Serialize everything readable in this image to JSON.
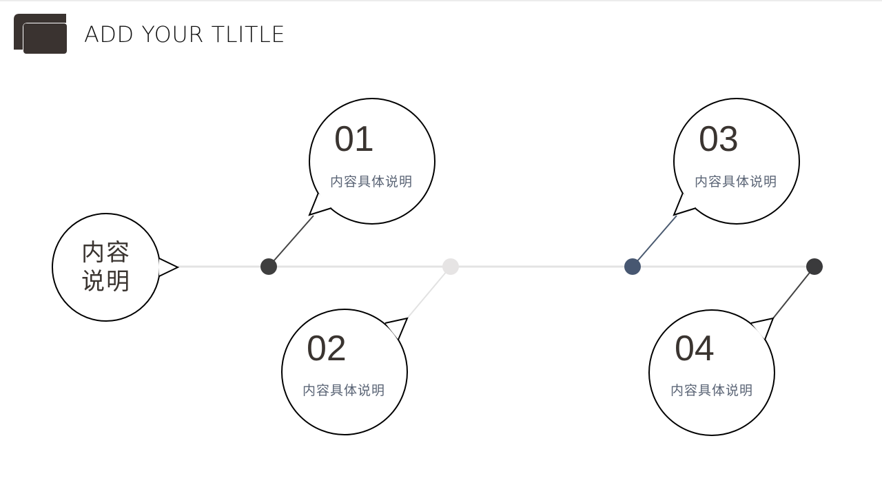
{
  "header": {
    "title": "ADD YOUR TLITLE"
  },
  "lead": {
    "line1": "内容",
    "line2": "说明"
  },
  "items": [
    {
      "number": "01",
      "desc": "内容具体说明",
      "dot_color": "#3f3f3f",
      "line_color": "#444444"
    },
    {
      "number": "02",
      "desc": "内容具体说明",
      "dot_color": "#e6e4e4",
      "line_color": "#e2e2e2"
    },
    {
      "number": "03",
      "desc": "内容具体说明",
      "dot_color": "#475771",
      "line_color": "#4a5a70"
    },
    {
      "number": "04",
      "desc": "内容具体说明",
      "dot_color": "#3a3a3c",
      "line_color": "#444444"
    }
  ]
}
